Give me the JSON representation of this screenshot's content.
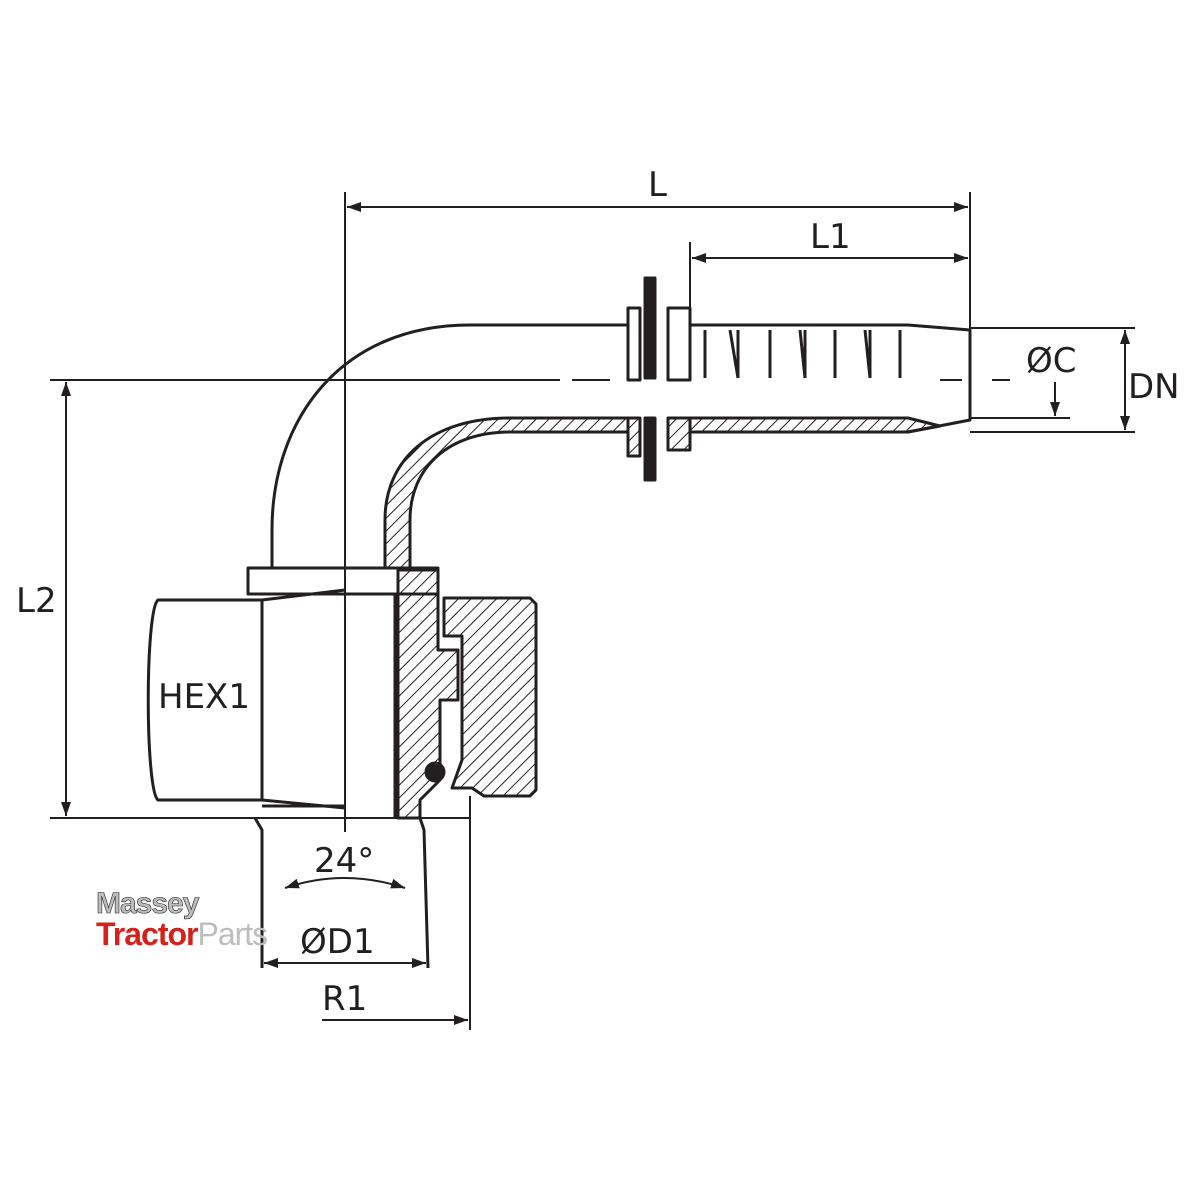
{
  "labels": {
    "length": "L",
    "length_1": "L1",
    "length_2": "L2",
    "bore_diameter": "ØC",
    "nominal_diameter": "DN",
    "hex": "HEX1",
    "cone_angle": "24°",
    "outer_diameter": "ØD1",
    "radius": "R1"
  },
  "watermark": {
    "line1": "Massey",
    "line2_brand": "Tractor",
    "line2_suffix": "Parts",
    "brand_color": "#d6211a",
    "muted_color": "#bdbdbd"
  },
  "colors": {
    "ink": "#231f20",
    "background": "#ffffff"
  }
}
